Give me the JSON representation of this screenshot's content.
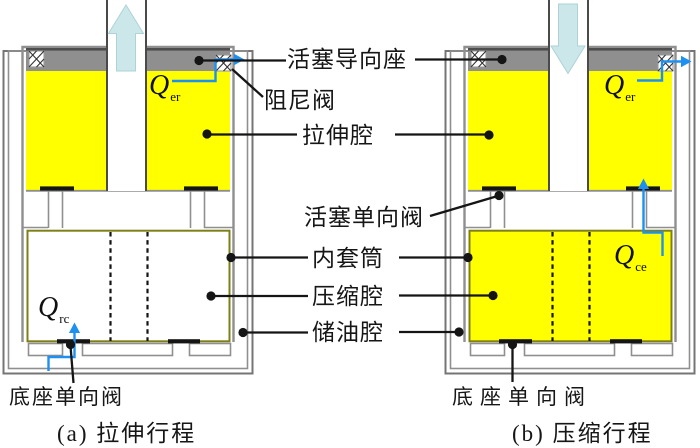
{
  "diagram": {
    "labels": {
      "guide_seat": "活塞导向座",
      "damping_valve": "阻尼阀",
      "extension_chamber": "拉伸腔",
      "piston_check_valve": "活塞单向阀",
      "inner_sleeve": "内套筒",
      "compression_chamber": "压缩腔",
      "reserve_chamber": "储油腔",
      "base_check_valve_a": "底座单向阀",
      "base_check_valve_b": "底座单向阀"
    },
    "flow_labels": {
      "left_top": {
        "main": "Q",
        "sub": "er"
      },
      "left_bottom": {
        "main": "Q",
        "sub": "rc"
      },
      "right_top": {
        "main": "Q",
        "sub": "er"
      },
      "right_mid": {
        "main": "Q",
        "sub": "ce"
      }
    },
    "captions": {
      "a": "(a)  拉伸行程",
      "b": "(b)  压缩行程"
    },
    "colors": {
      "oil_yellow": "#ffff00",
      "flow_blue": "#1e90f0",
      "motion_arrow_fill": "#cbe7e9",
      "guide_seat_gray": "#8f8f8f",
      "inner_sleeve_olive": "#7f7f1a"
    }
  }
}
